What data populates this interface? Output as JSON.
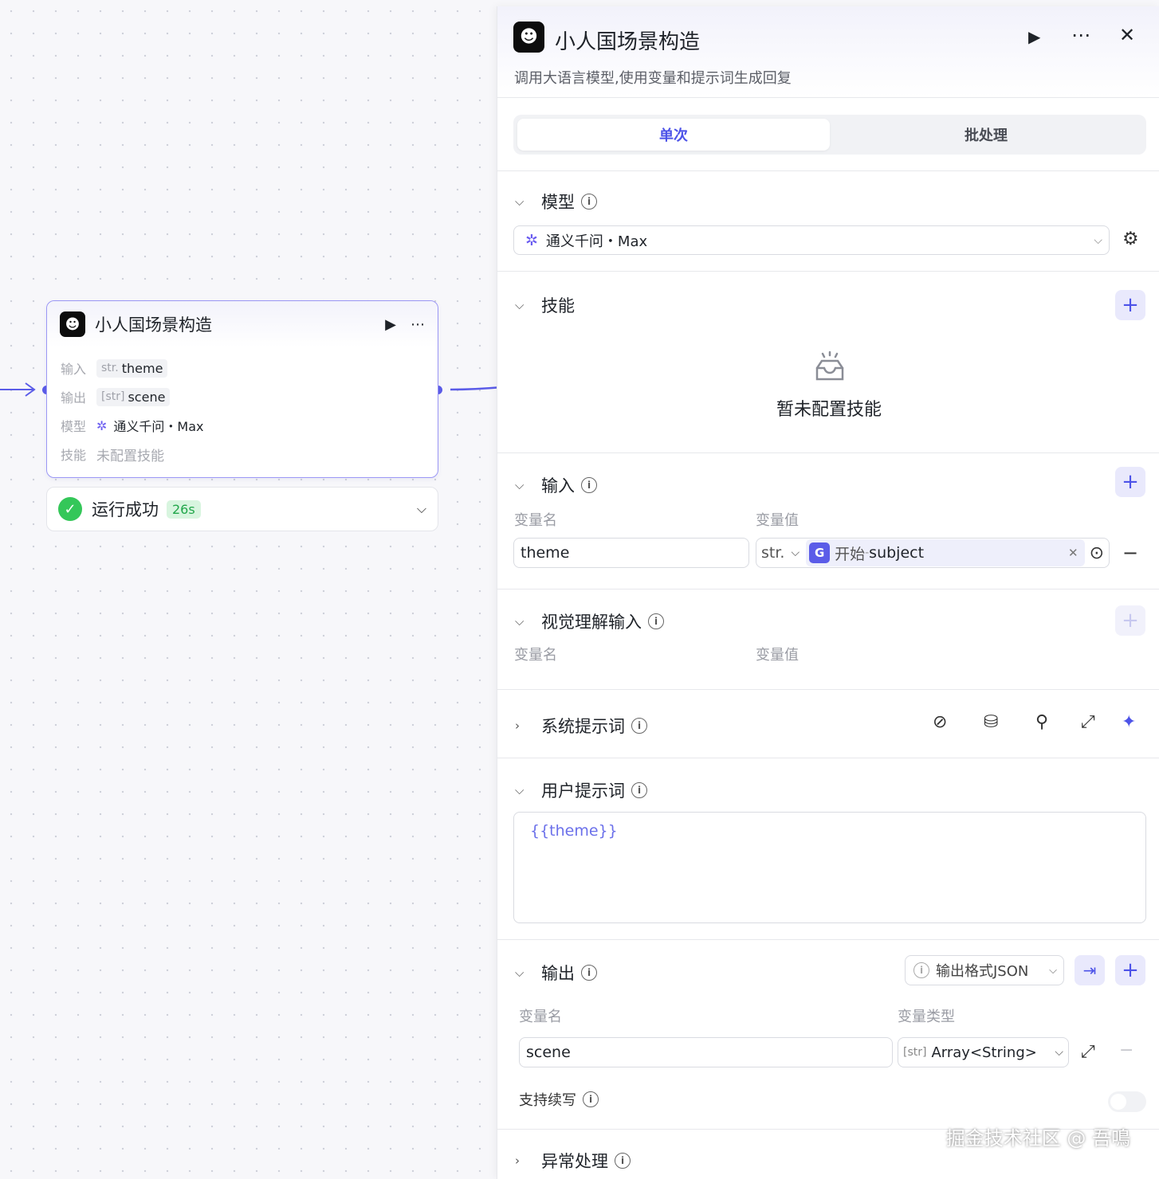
{
  "node": {
    "title": "小人国场景构造",
    "input_label": "输入",
    "input_type": "str.",
    "input_value": "theme",
    "output_label": "输出",
    "output_type": "[str]",
    "output_value": "scene",
    "model_label": "模型",
    "model_value": "通义千问・Max",
    "skill_label": "技能",
    "skill_value": "未配置技能"
  },
  "status": {
    "text": "运行成功",
    "time": "26s"
  },
  "panel": {
    "title": "小人国场景构造",
    "description": "调用大语言模型,使用变量和提示词生成回复",
    "tabs": [
      "单次",
      "批处理"
    ],
    "model": {
      "title": "模型",
      "value": "通义千问・Max"
    },
    "skills": {
      "title": "技能",
      "empty": "暂未配置技能"
    },
    "input": {
      "title": "输入",
      "col_name": "变量名",
      "col_value": "变量值",
      "name": "theme",
      "type": "str.",
      "ref_source": "开始",
      "ref_sep": " - ",
      "ref_var": "subject"
    },
    "vision": {
      "title": "视觉理解输入",
      "col_name": "变量名",
      "col_value": "变量值"
    },
    "system_prompt": {
      "title": "系统提示词"
    },
    "user_prompt": {
      "title": "用户提示词",
      "value": "{{theme}}"
    },
    "output": {
      "title": "输出",
      "format": "输出格式JSON",
      "col_name": "变量名",
      "col_type": "变量类型",
      "name": "scene",
      "type_badge": "[str]",
      "type": "Array<String>",
      "streaming": "支持续写"
    },
    "error": {
      "title": "异常处理"
    }
  },
  "watermark": "掘金技术社区 @ 吾鳴"
}
